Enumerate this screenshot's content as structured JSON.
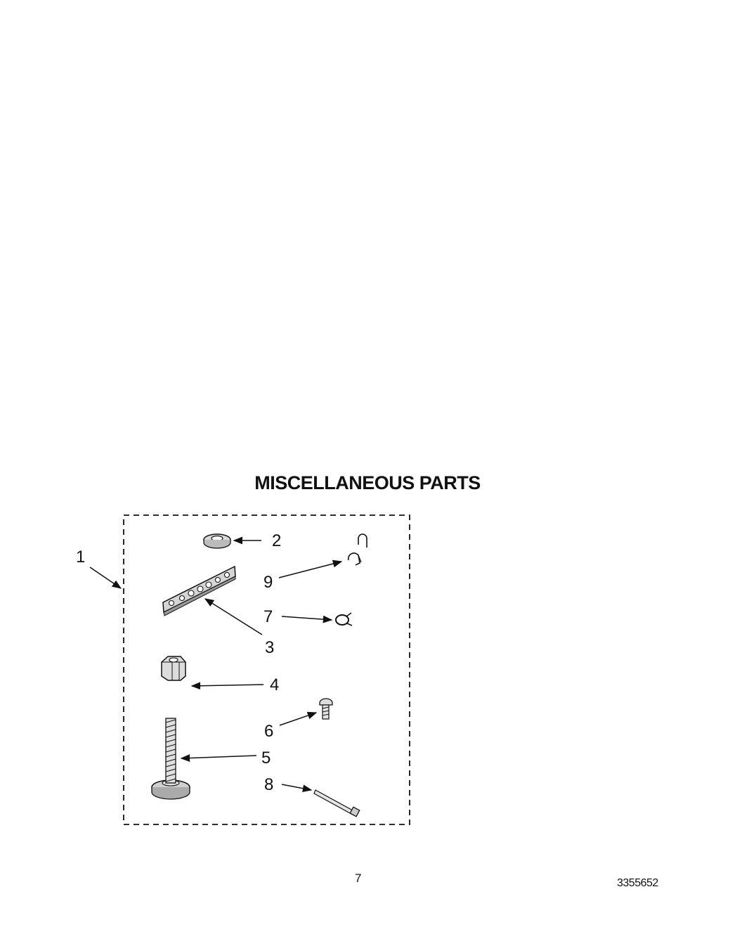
{
  "title": "MISCELLANEOUS PARTS",
  "callouts": {
    "kit": "1",
    "washer": "2",
    "bracket": "3",
    "nut": "4",
    "leveling_leg": "5",
    "screw": "6",
    "clamp": "7",
    "tie": "8",
    "clip": "9"
  },
  "footer": {
    "page_number": "7",
    "document_number": "3355652"
  }
}
